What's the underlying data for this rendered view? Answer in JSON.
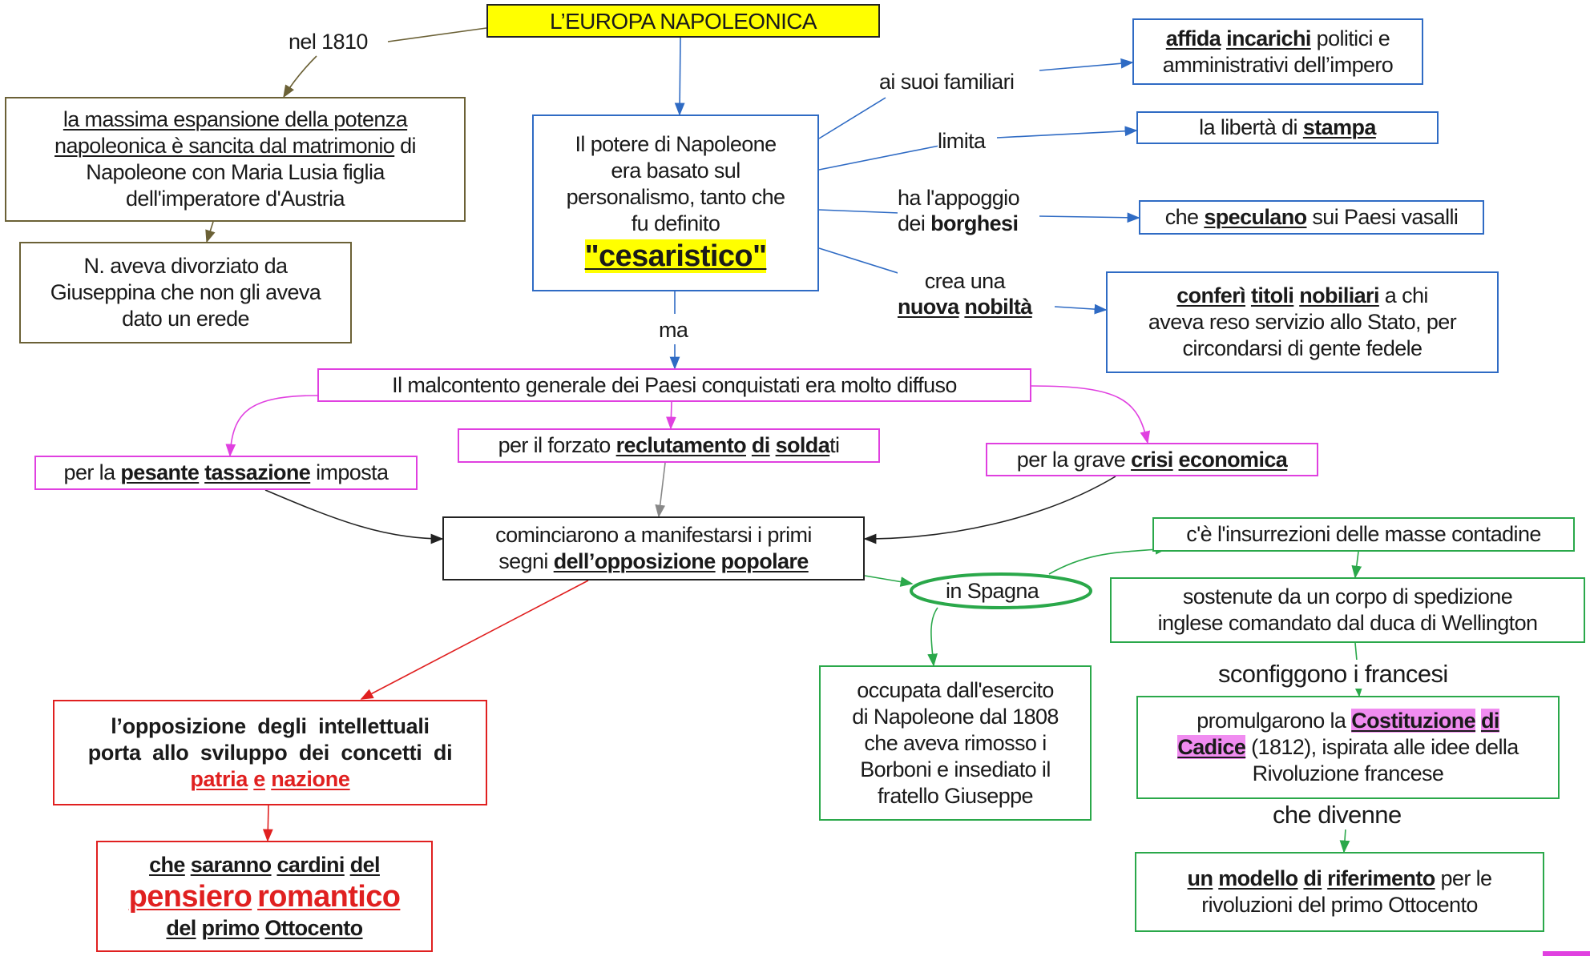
{
  "title": "L’EUROPA NAPOLEONICA",
  "colors": {
    "title_bg": "#ffff00",
    "brown": "#6b6136",
    "blue": "#2f6bc4",
    "magenta": "#e040e0",
    "green": "#2aa84a",
    "red": "#e02020",
    "highlight_pink": "#f08cf0"
  },
  "labels": {
    "nel1810": "nel 1810",
    "ma": "ma",
    "ai_suoi": "ai suoi familiari",
    "limita": "limita",
    "appoggio_1": "ha l'appoggio",
    "appoggio_2": "dei ",
    "appoggio_3": "borghesi",
    "crea_1": "crea una",
    "crea_2": "nuova",
    "crea_3": "nobiltà",
    "sconfiggono": "sconfiggono i francesi",
    "divenne": "che divenne"
  },
  "nodes": {
    "espansione": {
      "l1": "la massima espansione della potenza",
      "l2": "napoleonica è sancita dal matrimonio",
      "l2b": " di",
      "l3": "Napoleone con Maria Lusia figlia",
      "l4": "dell'imperatore d'Austria"
    },
    "divorzio": {
      "l1": "N. aveva divorziato da",
      "l2": "Giuseppina che non gli aveva",
      "l3": "dato un erede"
    },
    "potere": {
      "l1": "Il potere di Napoleone",
      "l2": "era basato sul",
      "l3": "personalismo, tanto che",
      "l4": "fu definito",
      "l5": "\"cesaristico\""
    },
    "affida": {
      "b1": "affida",
      "b2": "incarichi",
      "t1": " politici e",
      "l2": "amministrativi dell’impero"
    },
    "stampa": {
      "t1": "la libertà di ",
      "b1": "stampa"
    },
    "speculano": {
      "t1": "che ",
      "b1": "speculano",
      "t2": " sui Paesi vasalli"
    },
    "conferi": {
      "b1": "conferì",
      "b2": "titoli",
      "b3": "nobiliari",
      "t1": " a  chi",
      "l2": "aveva reso servizio allo Stato, per",
      "l3": "circondarsi di gente fedele"
    },
    "malcontento": {
      "t1": "Il malcontento generale dei Paesi conquistati era molto diffuso"
    },
    "tassazione": {
      "t1": "per la ",
      "b1": "pesante",
      "b2": "tassazione",
      "t2": " imposta"
    },
    "reclutamento": {
      "t1": "per il forzato ",
      "b1": "reclutamento",
      "b2": "di",
      "b3": "solda",
      "t2": "ti"
    },
    "crisi": {
      "t1": "per la grave ",
      "b1": "crisi",
      "b2": "economica"
    },
    "opposizione": {
      "l1": "cominciarono a manifestarsi i primi",
      "t1": "segni ",
      "b1": "dell’opposizione",
      "b2": "popolare"
    },
    "spagna": {
      "t1": "in Spagna"
    },
    "insurrezioni": {
      "t1": "c'è l'insurrezioni delle masse contadine"
    },
    "sostenute": {
      "l1": "sostenute da un corpo di spedizione",
      "l2": "inglese comandato dal duca di Wellington"
    },
    "costituzione": {
      "t1": "promulgarono la ",
      "b1": "Costituzione",
      "b2": "di",
      "b3": "Cadice",
      "t2": " (1812), ispirata alle idee della",
      "l3": "Rivoluzione francese"
    },
    "modello": {
      "b1": "un",
      "b2": "modello",
      "b3": "di",
      "b4": "riferimento",
      "t1": " per le",
      "l2": "rivoluzioni del primo Ottocento"
    },
    "occupata": {
      "l1": "occupata dall'esercito",
      "l2": "di Napoleone dal 1808",
      "l3": "che aveva rimosso i",
      "l4": "Borboni e insediato il",
      "l5": "fratello Giuseppe"
    },
    "intellettuali": {
      "l1": "l’opposizione  degli  intellettuali",
      "l2": "porta  allo  sviluppo  dei  concetti  di",
      "r1": "patria",
      "r2": "e",
      "r3": "nazione"
    },
    "cardini": {
      "b1": "che",
      "b2": "saranno",
      "b3": "cardini",
      "b4": "del",
      "r1": "pensiero",
      "r2": "romantico",
      "b5": "del",
      "b6": "primo",
      "b7": "Ottocento"
    }
  }
}
